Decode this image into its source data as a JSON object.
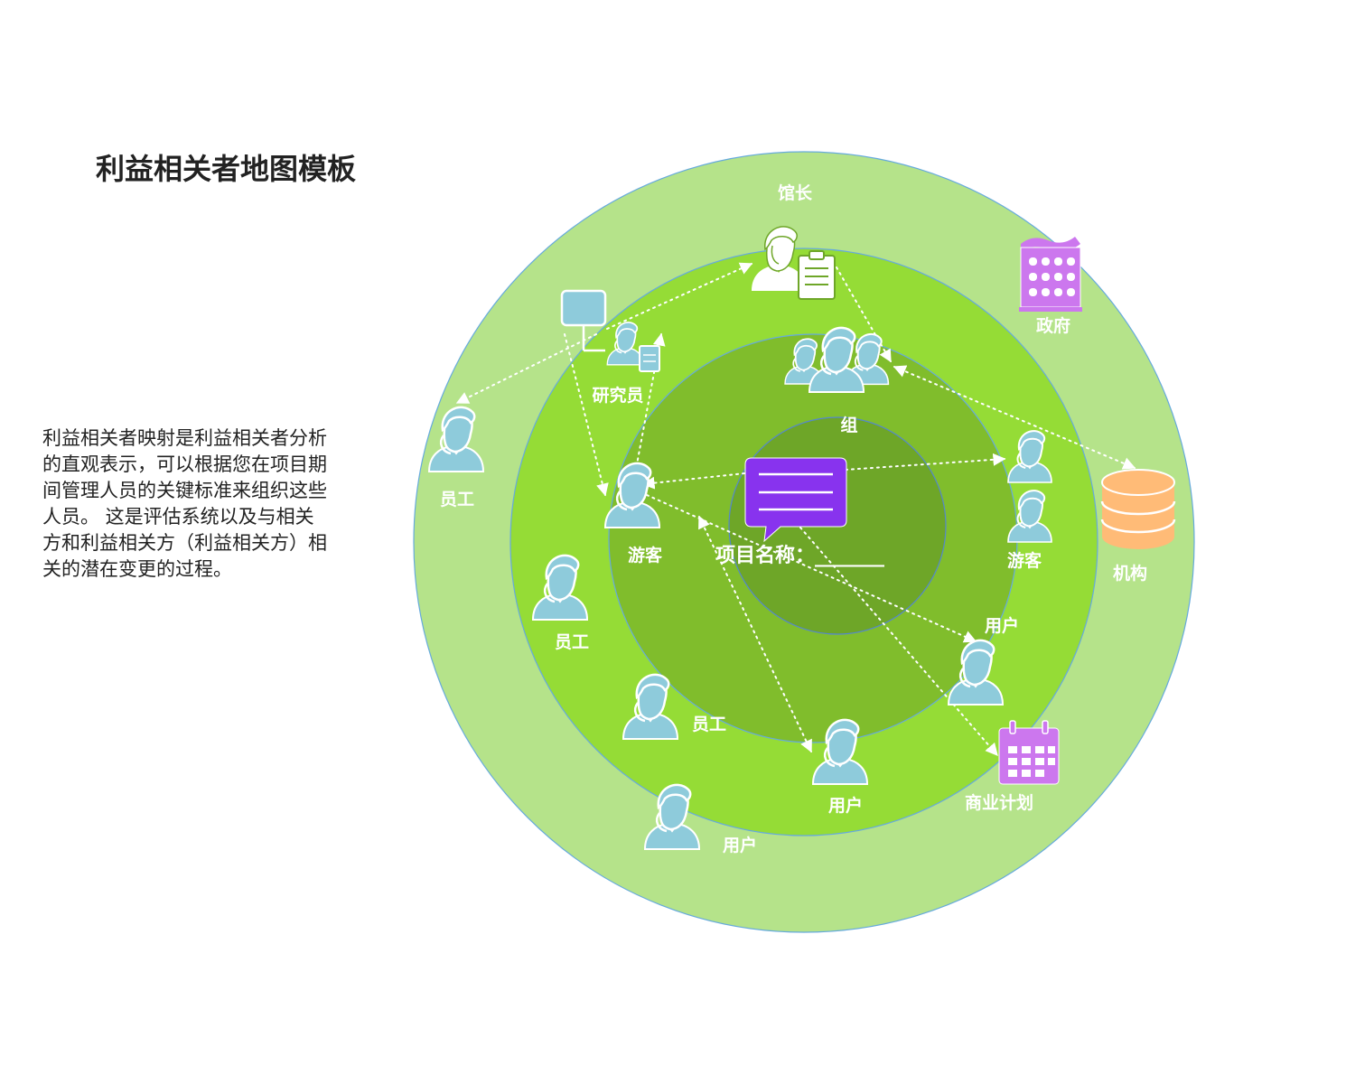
{
  "title": "利益相关者地图模板",
  "description": "利益相关者映射是利益相关者分析的直观表示，可以根据您在项目期间管理人员的关键标准来组织这些人员。 这是评估系统以及与相关方和利益相关方（利益相关方）相关的潜在变更的过程。",
  "center_label": "项目名称：_______",
  "colors": {
    "ring_outer": "#b5e38a",
    "ring_2": "#95dc36",
    "ring_3": "#80bd2c",
    "ring_core": "#6ea628",
    "person_fill": "#8ecbdb",
    "accent_purple": "#8833ee",
    "icon_violet": "#cc77ee",
    "database_orange": "#ffbb77"
  },
  "stakeholders": [
    {
      "id": "curator",
      "label": "馆长",
      "icon": "person-clipboard-icon"
    },
    {
      "id": "researcher",
      "label": "研究员",
      "icon": "researcher-icon"
    },
    {
      "id": "group",
      "label": "组",
      "icon": "group-icon"
    },
    {
      "id": "government",
      "label": "政府",
      "icon": "building-icon"
    },
    {
      "id": "staff-outer",
      "label": "员工",
      "icon": "person-icon"
    },
    {
      "id": "visitor-left",
      "label": "游客",
      "icon": "person-icon"
    },
    {
      "id": "visitor-right",
      "label": "游客",
      "icon": "person-pair-icon"
    },
    {
      "id": "institution",
      "label": "机构",
      "icon": "database-icon"
    },
    {
      "id": "staff-mid",
      "label": "员工",
      "icon": "person-icon"
    },
    {
      "id": "user-right",
      "label": "用户",
      "icon": "person-icon"
    },
    {
      "id": "staff-low",
      "label": "员工",
      "icon": "person-icon"
    },
    {
      "id": "user-bottom",
      "label": "用户",
      "icon": "person-icon"
    },
    {
      "id": "business-plan",
      "label": "商业计划",
      "icon": "calendar-icon"
    },
    {
      "id": "user-outer",
      "label": "用户",
      "icon": "person-icon"
    }
  ],
  "connections": [
    {
      "from": "researcher",
      "to": "curator",
      "arrows": "end"
    },
    {
      "from": "researcher",
      "to": "staff-outer",
      "arrows": "end"
    },
    {
      "from": "researcher",
      "to": "visitor-left",
      "arrows": "end"
    },
    {
      "from": "curator",
      "to": "group",
      "arrows": "end"
    },
    {
      "from": "group",
      "to": "institution",
      "arrows": "both"
    },
    {
      "from": "visitor-left",
      "to": "researcher",
      "arrows": "end"
    },
    {
      "from": "center",
      "to": "visitor-left",
      "arrows": "end"
    },
    {
      "from": "center",
      "to": "visitor-right",
      "arrows": "end"
    },
    {
      "from": "visitor-left",
      "to": "user-right",
      "arrows": "end"
    },
    {
      "from": "visitor-left",
      "to": "user-bottom",
      "arrows": "both"
    },
    {
      "from": "center",
      "to": "business-plan",
      "arrows": "end"
    }
  ]
}
